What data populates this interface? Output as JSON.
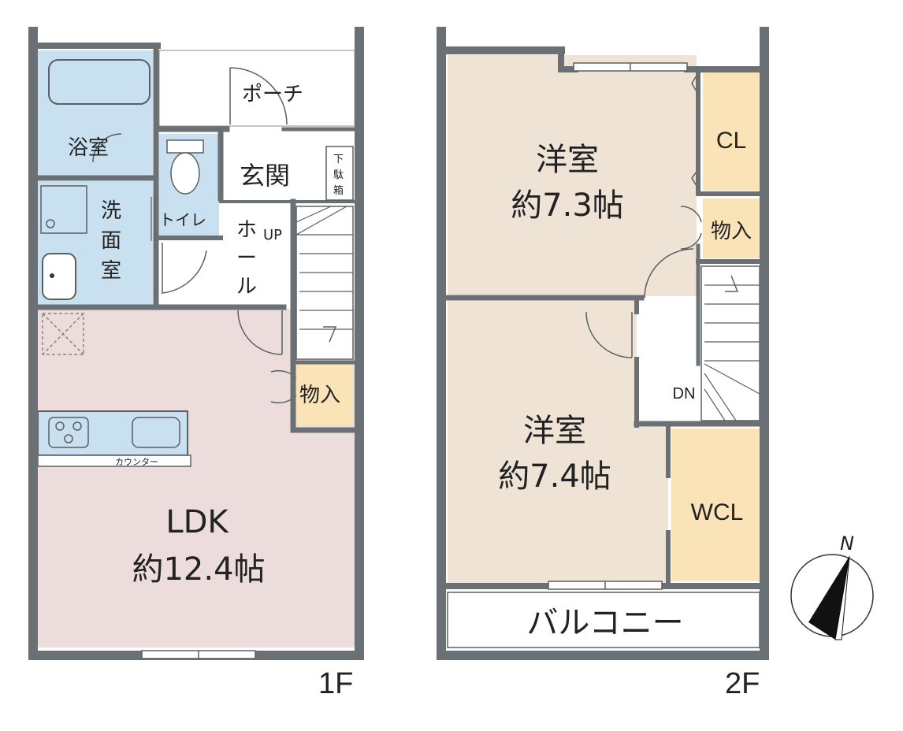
{
  "colors": {
    "wall": "#6b7075",
    "wet": "#c8e0ef",
    "ldk": "#ecdcdc",
    "western": "#efe3d6",
    "closet": "#fbe3b8",
    "white": "#ffffff"
  },
  "floor1": {
    "label": "1F",
    "porch": "ポーチ",
    "bath": "浴室",
    "washroom": [
      "洗",
      "面",
      "室"
    ],
    "toilet": "トイレ",
    "entrance": "玄関",
    "shoebox": [
      "下",
      "駄",
      "箱"
    ],
    "hall": [
      "ホ",
      "ー",
      "ル"
    ],
    "stairs_up": "UP",
    "storage": "物入",
    "counter": "カウンター",
    "ldk_name": "LDK",
    "ldk_size": "約12.4帖"
  },
  "floor2": {
    "label": "2F",
    "room1_name": "洋室",
    "room1_size": "約7.3帖",
    "closet": "CL",
    "storage": "物入",
    "stairs_down": "DN",
    "room2_name": "洋室",
    "room2_size": "約7.4帖",
    "wcl": "WCL",
    "balcony": "バルコニー"
  },
  "compass": {
    "north": "N",
    "icon": "compass-icon"
  }
}
